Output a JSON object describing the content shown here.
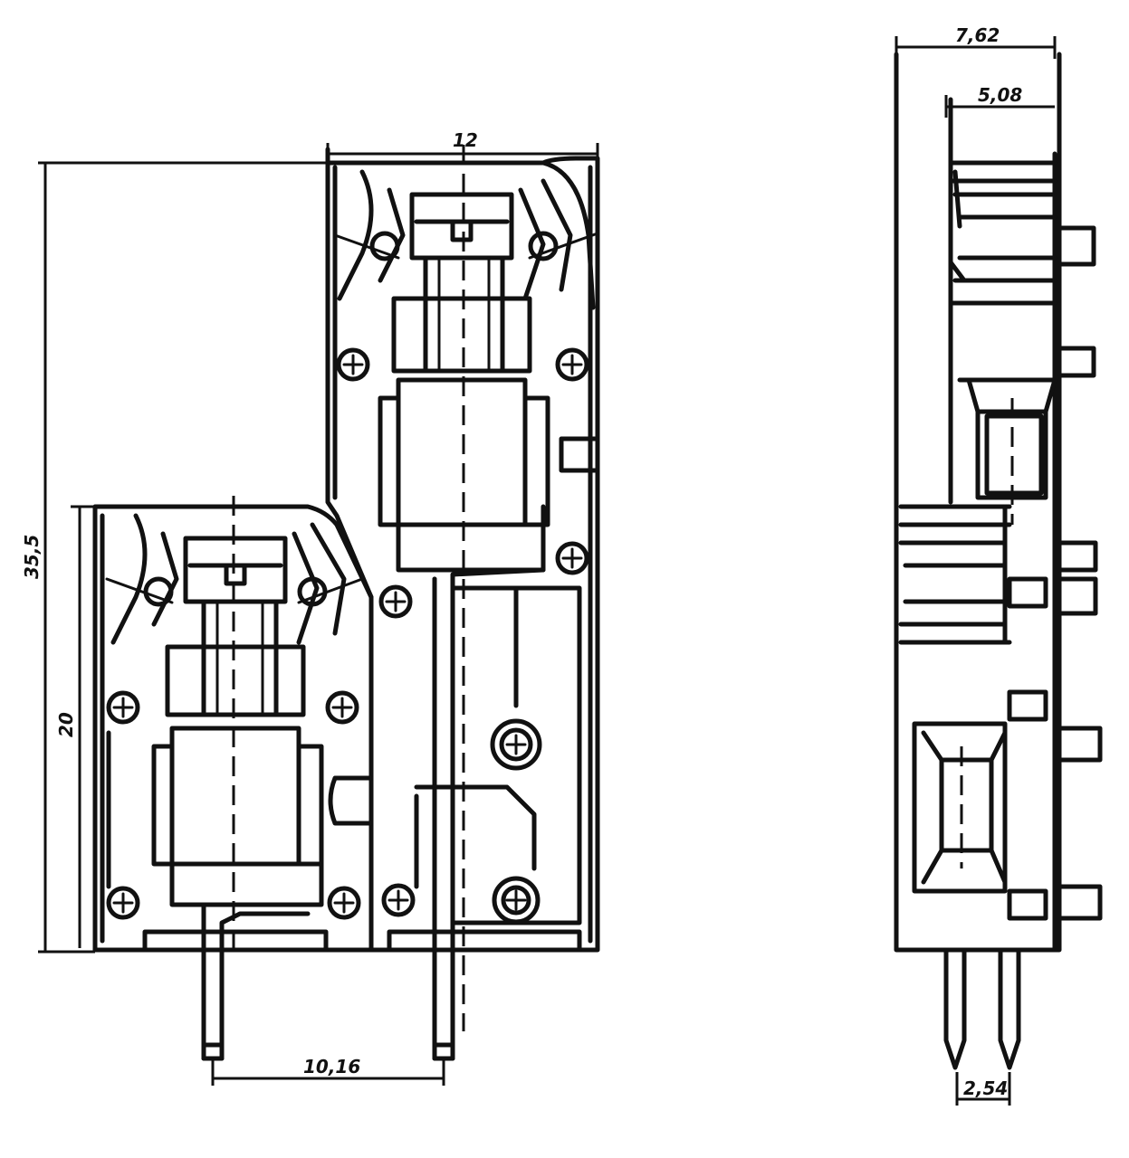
{
  "figure": {
    "dimensions": {
      "width_top_module": "12",
      "total_height": "35,5",
      "lower_module_height": "20",
      "pin_spacing_front": "10,16",
      "side_total_width": "7,62",
      "side_partial_width": "5,08",
      "side_pin_pitch": "2,54"
    }
  }
}
